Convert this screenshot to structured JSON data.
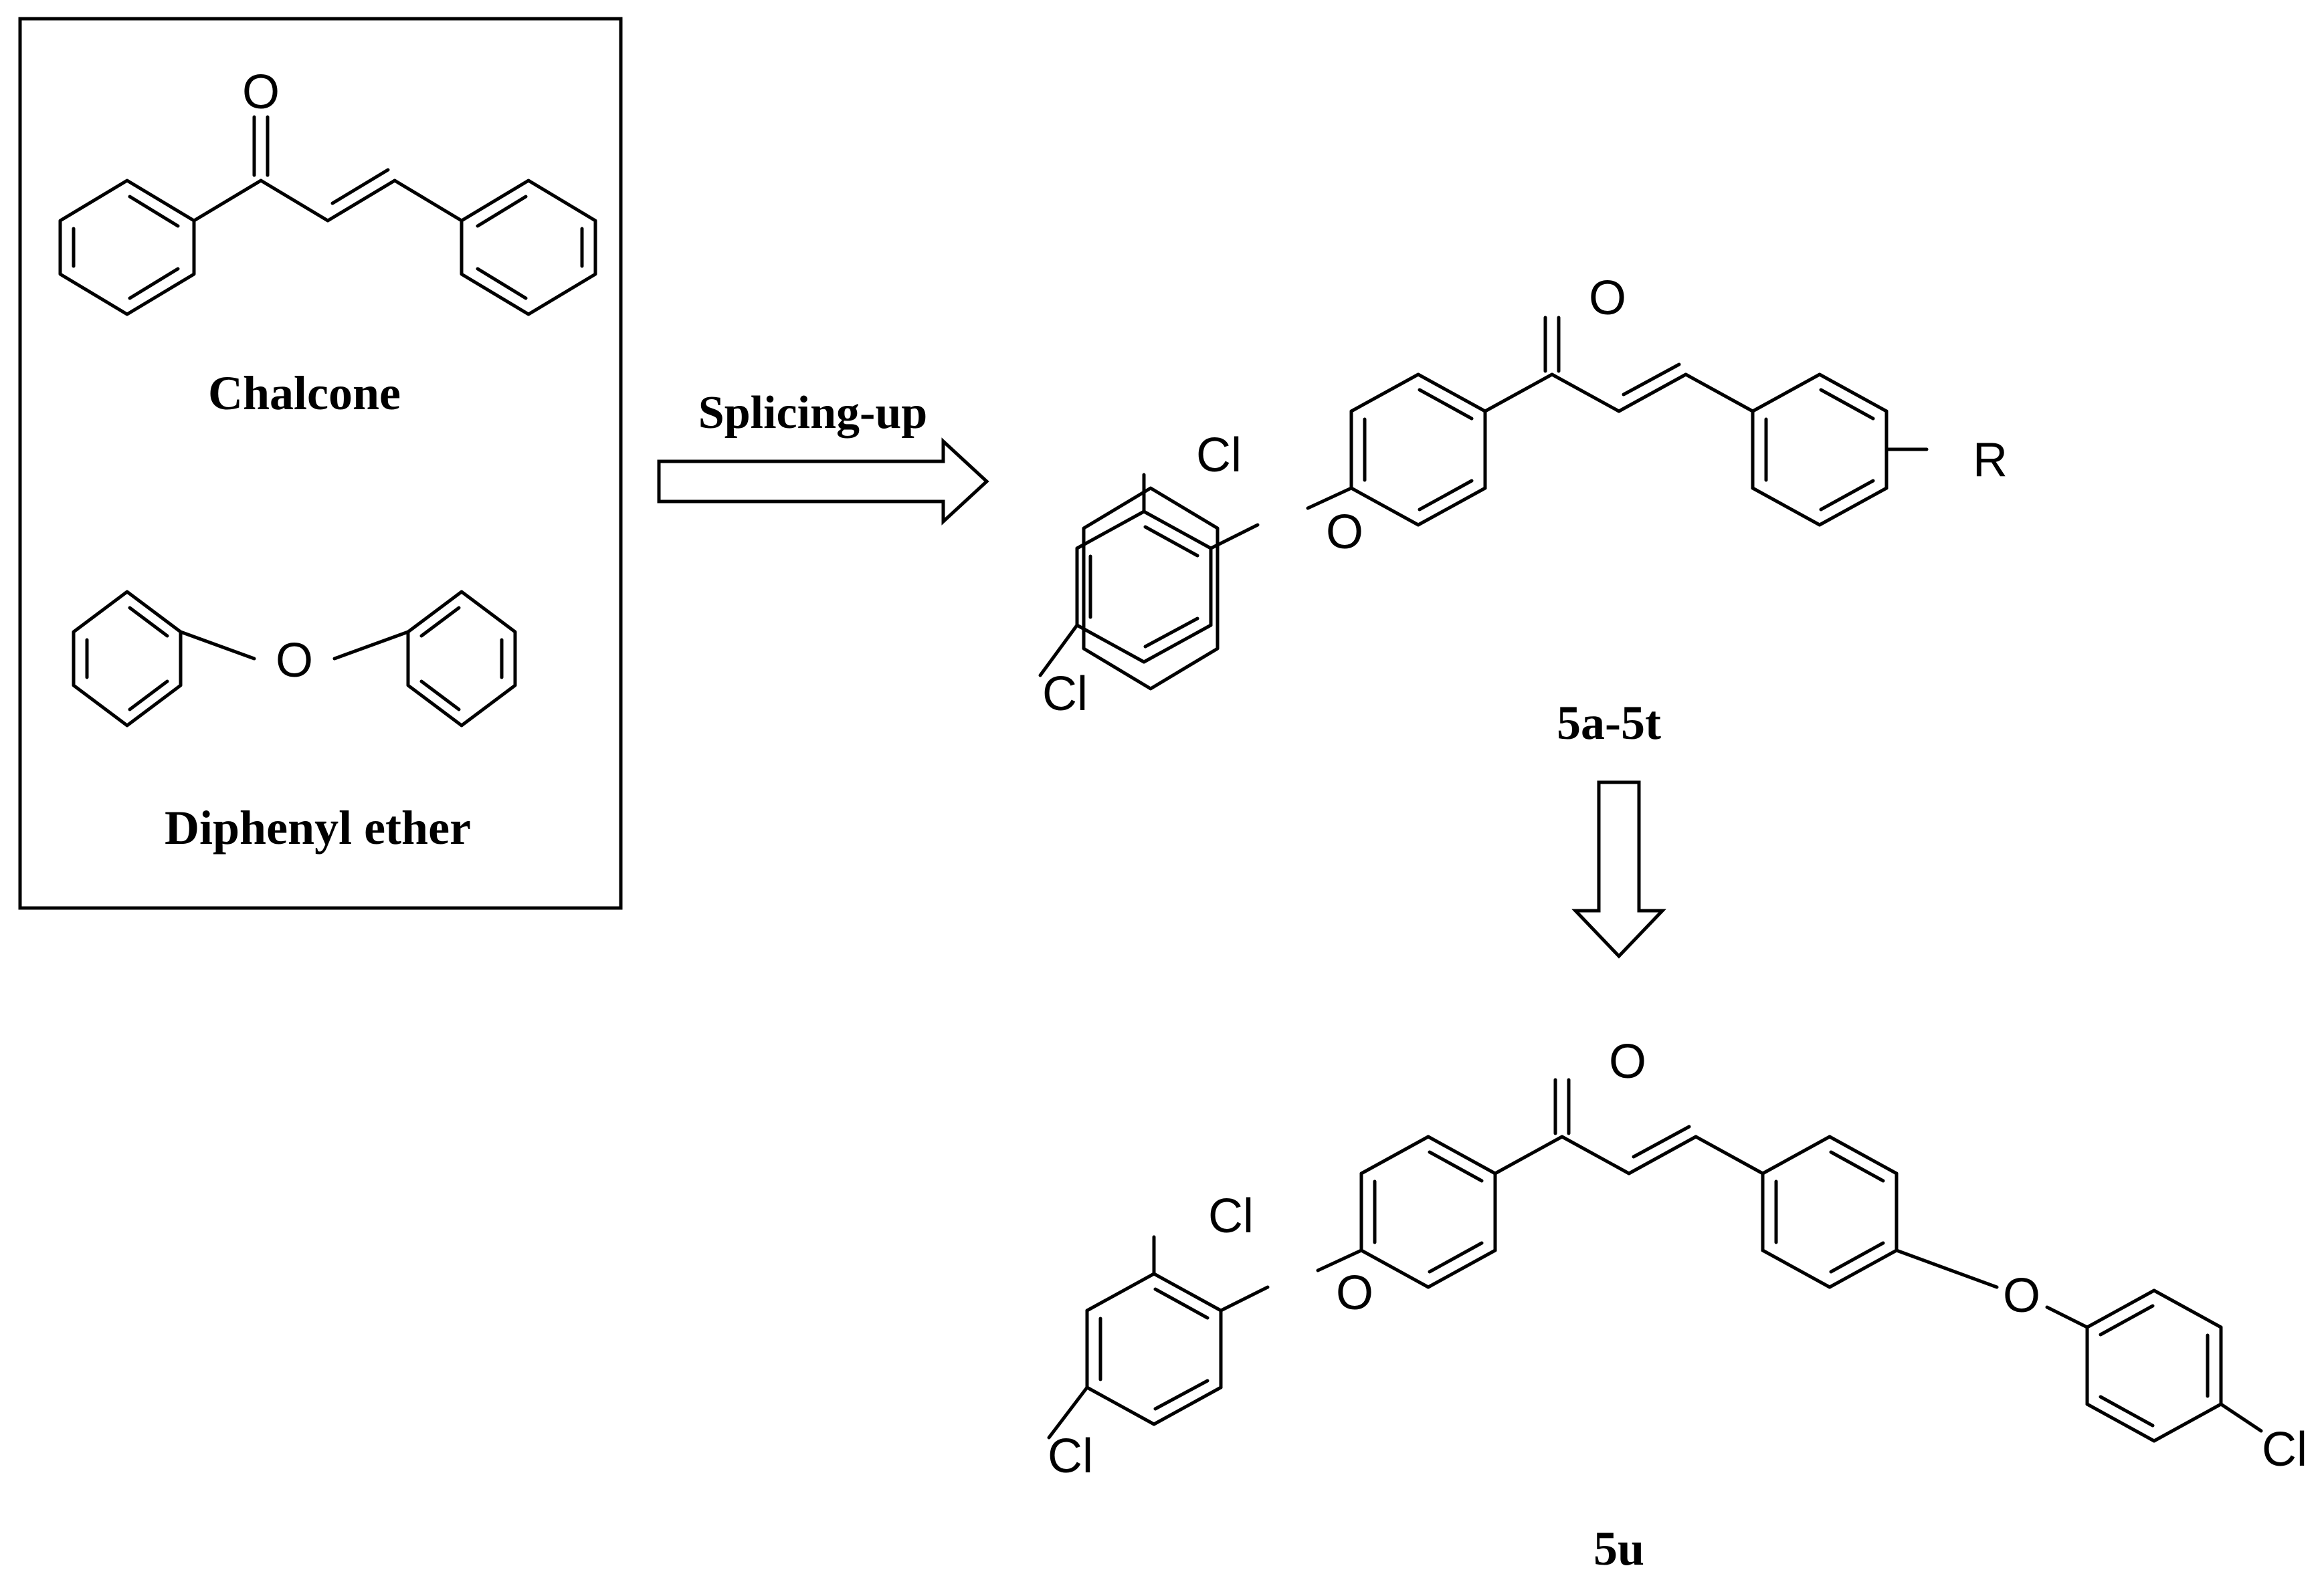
{
  "box": {
    "chalcone_label": "Chalcone",
    "diphenyl_ether_label": "Diphenyl ether",
    "chalcone_atoms": {
      "oxygen": "O"
    },
    "ether_atoms": {
      "oxygen": "O"
    }
  },
  "arrow_right_label": "Splicing-up",
  "series_compound": {
    "label": "5a-5t",
    "atoms": {
      "carbonyl_o": "O",
      "ether_o": "O",
      "cl_ortho": "Cl",
      "cl_para": "Cl",
      "substituent": "R"
    }
  },
  "final_compound": {
    "label": "5u",
    "atoms": {
      "carbonyl_o": "O",
      "ether_o_left": "O",
      "ether_o_right": "O",
      "cl_ortho": "Cl",
      "cl_para": "Cl",
      "cl_right": "Cl"
    }
  }
}
